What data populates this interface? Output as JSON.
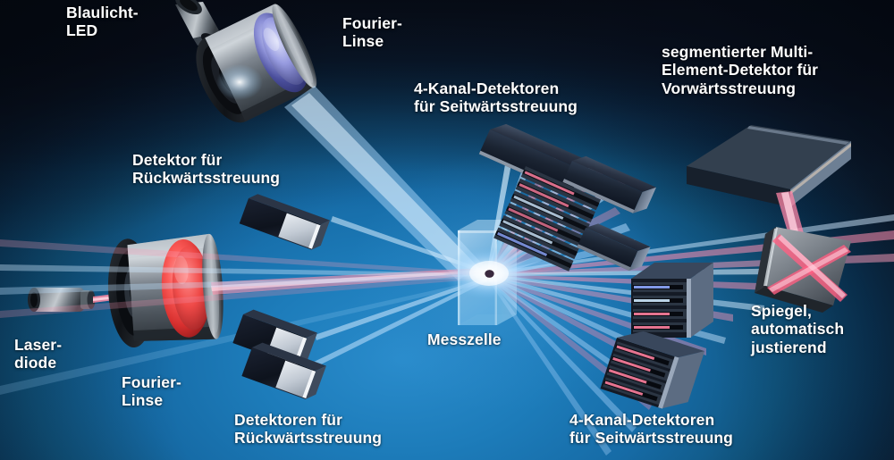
{
  "figure": {
    "title": "Laser Diffraction Particle Analyzer Optical Bench",
    "background_colors": {
      "dark_navy": "#0d1420",
      "mid_blue": "#166ba6",
      "bright_blue": "#1d7cba",
      "center_glow": "#2a8ccc"
    },
    "beam_colors": {
      "red_laser": "#ff5a7a",
      "blue_led": "#9fd4ff",
      "white_core": "#ffffff",
      "pink_scatter": "#f08ab4"
    }
  },
  "labels": {
    "blue_led": "Blaulicht-\nLED",
    "fourier_lens_top": "Fourier-\nLinse",
    "side_scatter_top": "4-Kanal-Detektoren\nfür Seitwärtsstreuung",
    "forward_scatter": "segmentierter Multi-\nElement-Detektor für\nVorwärtsstreuung",
    "back_scatter_single": "Detektor für\nRückwärtsstreuung",
    "laser_diode": "Laser-\ndiode",
    "fourier_lens_bottom": "Fourier-\nLinse",
    "back_scatter_pair": "Detektoren für\nRückwärtsstreuung",
    "measuring_cell": "Messzelle",
    "side_scatter_bottom": "4-Kanal-Detektoren\nfür Seitwärtsstreuung",
    "mirror": "Spiegel,\nautomatisch\njustierend"
  },
  "components": {
    "blue_led_source": "blue-light-led-emitter",
    "top_fourier_lens": "fourier-lens-blue-channel",
    "laser_diode_source": "laser-diode-emitter",
    "bottom_fourier_lens": "fourier-lens-red-channel",
    "measuring_cell": "sample-measuring-cell",
    "scatter_point": "scattering-centre",
    "forward_detector": "segmented-multi-element-detector",
    "auto_mirror": "auto-aligning-mirror",
    "backscatter_detector_top": "single-backscatter-detector",
    "backscatter_detectors_bottom": "backscatter-detector-pair",
    "side_detectors_top": "four-channel-side-scatter-array-top",
    "side_detectors_bottom": "four-channel-side-scatter-array-bottom"
  }
}
